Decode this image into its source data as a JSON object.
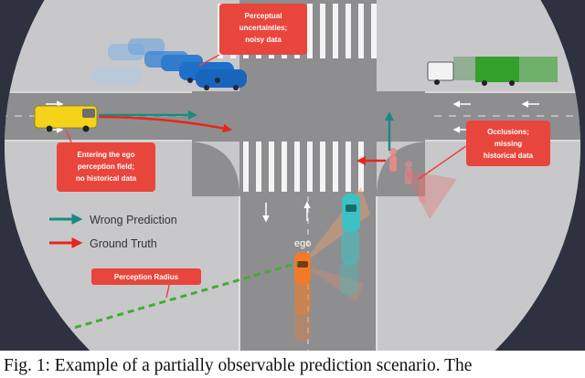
{
  "callouts": {
    "perceptual": [
      "Perceptual",
      "uncertainties;",
      "noisy data"
    ],
    "entering": [
      "Entering the ego",
      "perception field;",
      "no historical data"
    ],
    "occlusions": [
      "Occlusions;",
      "missing",
      "historical data"
    ],
    "radius": "Perception Radius"
  },
  "legend": {
    "wrong": "Wrong Prediction",
    "truth": "Ground Truth"
  },
  "ego_label": "ego",
  "caption": "Fig. 1: Example of a partially observable prediction scenario. The",
  "colors": {
    "callout": "#e8463c",
    "wrong_prediction": "#1a8a80",
    "ground_truth": "#e8261c",
    "ego_car": "#ef7b2a",
    "teal_car": "#3cc2c2",
    "perception_radius": "#3fae2f",
    "road": "#8e8e91",
    "background": "#c8c8ca"
  }
}
